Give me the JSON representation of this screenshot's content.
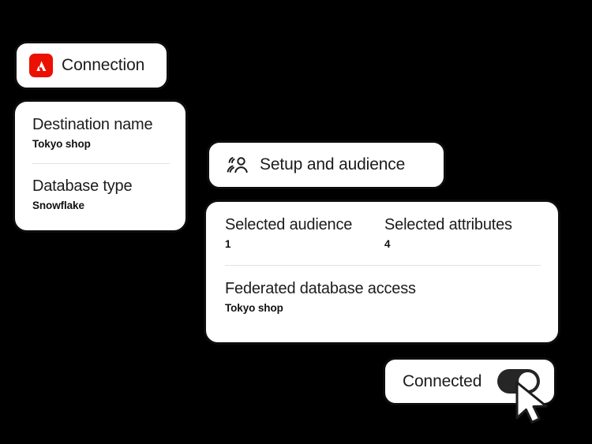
{
  "theme": {
    "background": "#000000",
    "card_background": "#ffffff",
    "card_border": "#0d0d0d",
    "text": "#1c1c1c",
    "divider": "#e2e2e2",
    "adobe_red": "#eb1000",
    "toggle_on": "#262626"
  },
  "connection_card": {
    "logo_icon": "adobe-logo-icon",
    "label": "Connection"
  },
  "destination_card": {
    "fields": [
      {
        "title": "Destination name",
        "value": "Tokyo shop"
      },
      {
        "title": "Database type",
        "value": "Snowflake"
      }
    ]
  },
  "setup_card": {
    "icon": "audience-group-icon",
    "label": "Setup and audience"
  },
  "audience_card": {
    "stats": [
      {
        "title": "Selected audience",
        "value": "1"
      },
      {
        "title": "Selected attributes",
        "value": "4"
      }
    ],
    "federated": {
      "title": "Federated database access",
      "value": "Tokyo shop"
    }
  },
  "connected_card": {
    "label": "Connected",
    "toggle_state": "on",
    "toggle_name": "connection-toggle"
  },
  "cursor": {
    "icon": "mouse-pointer-icon"
  }
}
